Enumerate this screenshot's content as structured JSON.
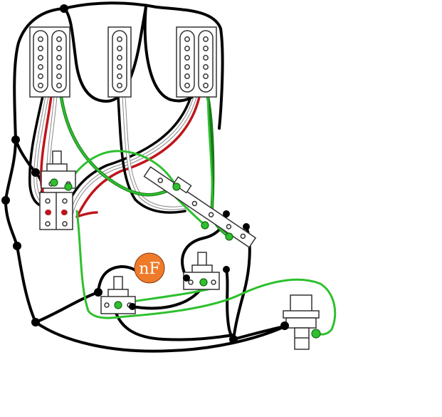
{
  "diagram": {
    "capacitor_label": "nF"
  },
  "colors": {
    "ground_wire": "#000000",
    "hot_wire": "#2ec02e",
    "lead_red": "#c0141c",
    "lead_white": "#ffffff",
    "capacitor": "#ee7a2a",
    "component_fill": "#ffffff",
    "component_outline": "#333333"
  },
  "components": {
    "pickups": [
      "neck-humbucker",
      "middle-single-coil",
      "bridge-humbucker"
    ],
    "controls": [
      "push-pull-pot",
      "selector-switch",
      "volume-pot",
      "tone-pot",
      "capacitor",
      "output-jack"
    ]
  }
}
